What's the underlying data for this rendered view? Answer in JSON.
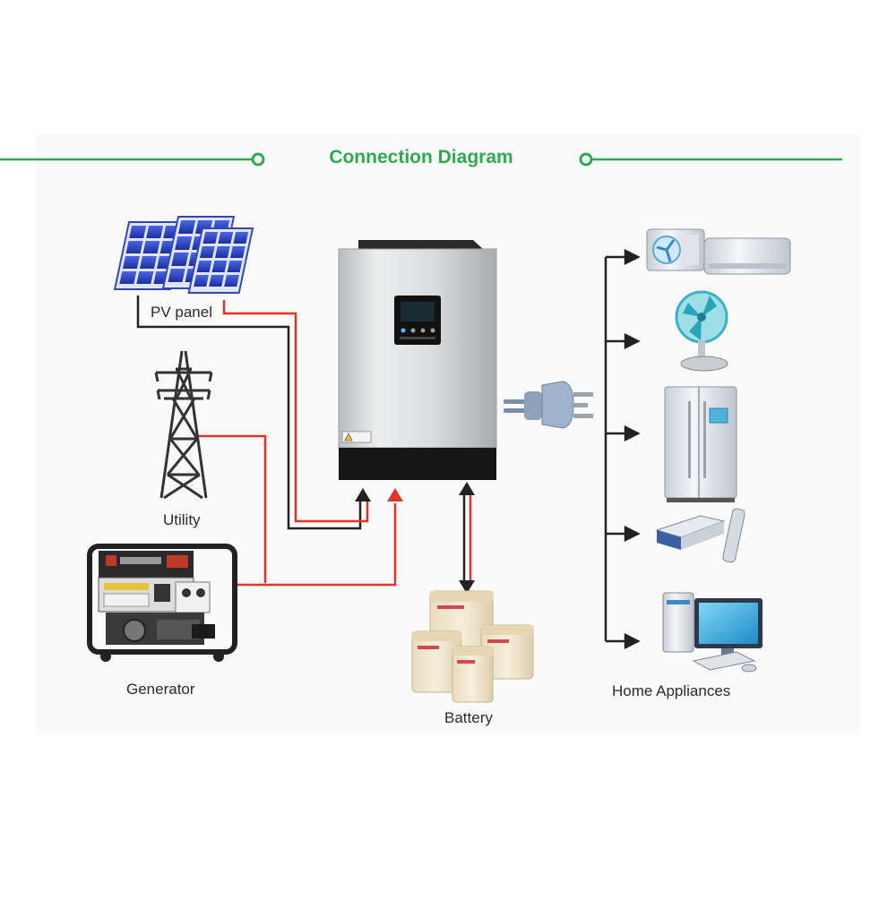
{
  "diagram": {
    "title": "Connection Diagram",
    "nodes": {
      "pv_panel": "PV panel",
      "utility": "Utility",
      "generator": "Generator",
      "battery": "Battery",
      "home_appliances": "Home Appliances"
    },
    "appliances": [
      "air-conditioner-icon",
      "desk-fan-icon",
      "refrigerator-icon",
      "dvd-player-icon",
      "desktop-computer-icon"
    ],
    "connections": [
      {
        "from": "PV panel",
        "to": "inverter",
        "direction": "one-way"
      },
      {
        "from": "Utility",
        "to": "inverter",
        "direction": "one-way"
      },
      {
        "from": "Generator",
        "to": "inverter",
        "direction": "one-way"
      },
      {
        "from": "inverter",
        "to": "Battery",
        "direction": "two-way"
      },
      {
        "from": "inverter",
        "to": "Home Appliances",
        "direction": "one-way"
      }
    ],
    "colors": {
      "accent_green": "#2fa84f",
      "wire_red": "#e0332b",
      "wire_black": "#222222",
      "panel_blue": "#2e45c2",
      "inverter_silver": "#d6d8da"
    }
  }
}
